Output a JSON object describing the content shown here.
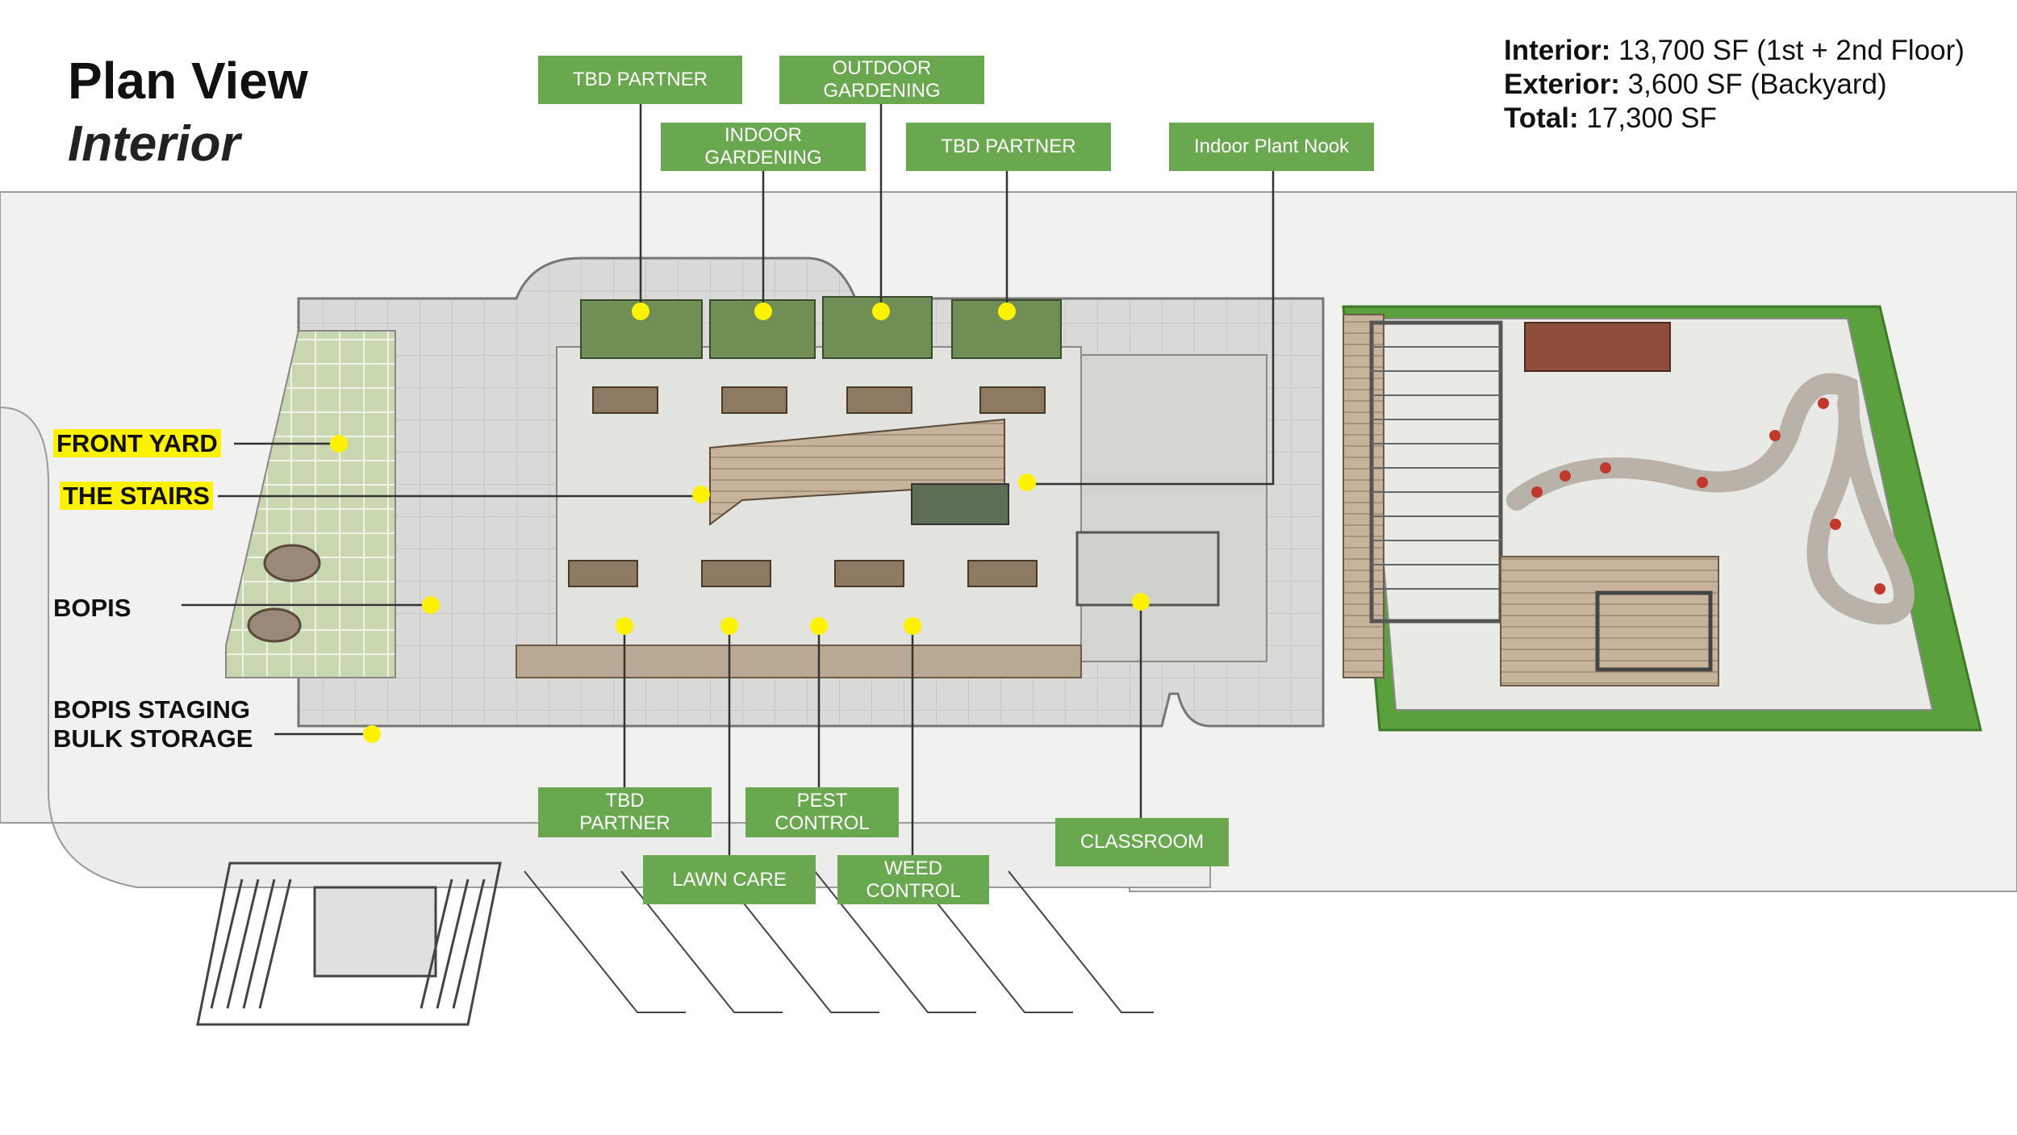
{
  "header": {
    "title": "Plan View",
    "subtitle": "Interior"
  },
  "stats": [
    {
      "label": "Interior:",
      "value": "13,700 SF (1st + 2nd Floor)"
    },
    {
      "label": "Exterior:",
      "value": "3,600 SF (Backyard)"
    },
    {
      "label": "Total:",
      "value": "17,300 SF"
    }
  ],
  "tags": {
    "tbd_partner_top": "TBD PARTNER",
    "outdoor_gardening": "OUTDOOR\nGARDENING",
    "indoor_gardening": "INDOOR\nGARDENING",
    "tbd_partner_top2": "TBD PARTNER",
    "indoor_plant_nook": "Indoor Plant Nook",
    "tbd_partner_bottom": "TBD\nPARTNER",
    "pest_control": "PEST\nCONTROL",
    "lawn_care": "LAWN CARE",
    "weed_control": "WEED\nCONTROL",
    "classroom": "CLASSROOM"
  },
  "side_labels": {
    "front_yard": "FRONT YARD",
    "the_stairs": "THE STAIRS",
    "bopis": "BOPIS",
    "bopis_staging": "BOPIS STAGING\nBULK STORAGE"
  },
  "colors": {
    "tag_green": "#6aa84f",
    "marker_yellow": "#fff200",
    "lawn_green": "#5aa03c"
  }
}
